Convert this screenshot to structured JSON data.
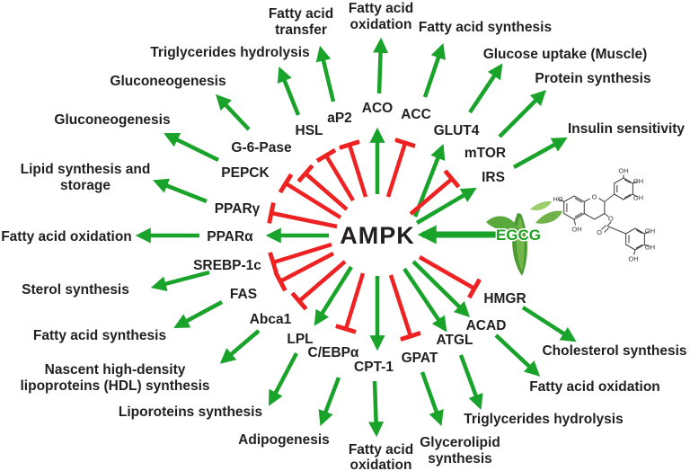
{
  "colors": {
    "activation_green": "#1aa32a",
    "inhibition_red": "#ee2222",
    "text_black": "#231f20",
    "egcg_green": "#21a121"
  },
  "center": {
    "label": "AMPK"
  },
  "egcg": {
    "label": "EGCG"
  },
  "proteins": {
    "hsl": "HSL",
    "ap2": "aP2",
    "aco": "ACO",
    "acc": "ACC",
    "glut4": "GLUT4",
    "mtor": "mTOR",
    "irs": "IRS",
    "g6pase": "G-6-Pase",
    "pepck": "PEPCK",
    "pparg": "PPARγ",
    "ppara": "PPARα",
    "srebp1c": "SREBP-1c",
    "fas": "FAS",
    "abca1": "Abca1",
    "lpl": "LPL",
    "cebpa": "C/EBPα",
    "cpt1": "CPT-1",
    "gpat": "GPAT",
    "atgl": "ATGL",
    "acad": "ACAD",
    "hmgr": "HMGR"
  },
  "effects": {
    "tg_hydrolysis_top": {
      "lines": [
        "Triglycerides hydrolysis"
      ]
    },
    "fa_transfer": {
      "lines": [
        "Fatty acid",
        "transfer"
      ]
    },
    "fa_oxidation_top": {
      "lines": [
        "Fatty acid",
        "oxidation"
      ]
    },
    "fa_synthesis_top": {
      "lines": [
        "Fatty acid synthesis"
      ]
    },
    "glucose_uptake": {
      "lines": [
        "Glucose uptake (Muscle)"
      ]
    },
    "protein_synthesis": {
      "lines": [
        "Protein synthesis"
      ]
    },
    "insulin_sensitivity": {
      "lines": [
        "Insulin sensitivity"
      ]
    },
    "gluconeogenesis_1": {
      "lines": [
        "Gluconeogenesis"
      ]
    },
    "gluconeogenesis_2": {
      "lines": [
        "Gluconeogenesis"
      ]
    },
    "lipid_synthesis_storage": {
      "lines": [
        "Lipid synthesis and",
        "storage"
      ]
    },
    "fa_oxidation_left": {
      "lines": [
        "Fatty acid oxidation"
      ]
    },
    "sterol_synthesis": {
      "lines": [
        "Sterol synthesis"
      ]
    },
    "fa_synthesis_left": {
      "lines": [
        "Fatty acid synthesis"
      ]
    },
    "nascent_hdl": {
      "lines": [
        "Nascent high-density",
        "lipoproteins (HDL) synthesis"
      ]
    },
    "liporoteins_synthesis": {
      "lines": [
        "Liporoteins synthesis"
      ]
    },
    "adipogenesis": {
      "lines": [
        "Adipogenesis"
      ]
    },
    "fa_oxidation_bottom": {
      "lines": [
        "Fatty acid",
        "oxidation"
      ]
    },
    "glycerolipid_synthesis": {
      "lines": [
        "Glycerolipid",
        "synthesis"
      ]
    },
    "tg_hydrolysis_bottom": {
      "lines": [
        "Triglycerides hydrolysis"
      ]
    },
    "fa_oxidation_right": {
      "lines": [
        "Fatty acid oxidation"
      ]
    },
    "cholesterol_synthesis": {
      "lines": [
        "Cholesterol synthesis"
      ]
    }
  },
  "molecule": {
    "labels": [
      "HO",
      "O",
      "OH",
      "OH",
      "OH",
      "OH",
      "O",
      "O",
      "OH",
      "OH",
      "OH"
    ]
  },
  "edges": {
    "egcg_to_ampk": "activation",
    "ampk_activates": [
      "ACO",
      "GLUT4",
      "IRS",
      "PPARα",
      "LPL",
      "CPT-1",
      "ATGL",
      "ACAD"
    ],
    "ampk_inhibits": [
      "HSL",
      "aP2",
      "ACC",
      "mTOR",
      "G-6-Pase",
      "PEPCK",
      "PPARγ",
      "SREBP-1c",
      "FAS",
      "Abca1",
      "C/EBPα",
      "GPAT",
      "HMGR"
    ],
    "protein_to_effect": [
      [
        "HSL",
        "Triglycerides hydrolysis"
      ],
      [
        "aP2",
        "Fatty acid transfer"
      ],
      [
        "ACO",
        "Fatty acid oxidation"
      ],
      [
        "ACC",
        "Fatty acid synthesis"
      ],
      [
        "GLUT4",
        "Glucose uptake (Muscle)"
      ],
      [
        "mTOR",
        "Protein synthesis"
      ],
      [
        "IRS",
        "Insulin sensitivity"
      ],
      [
        "G-6-Pase",
        "Gluconeogenesis"
      ],
      [
        "PEPCK",
        "Gluconeogenesis"
      ],
      [
        "PPARγ",
        "Lipid synthesis and storage"
      ],
      [
        "PPARα",
        "Fatty acid oxidation"
      ],
      [
        "SREBP-1c",
        "Sterol synthesis"
      ],
      [
        "FAS",
        "Fatty acid synthesis"
      ],
      [
        "Abca1",
        "Nascent high-density lipoproteins (HDL) synthesis"
      ],
      [
        "LPL",
        "Liporoteins synthesis"
      ],
      [
        "C/EBPα",
        "Adipogenesis"
      ],
      [
        "CPT-1",
        "Fatty acid oxidation"
      ],
      [
        "GPAT",
        "Glycerolipid synthesis"
      ],
      [
        "ATGL",
        "Triglycerides hydrolysis"
      ],
      [
        "ACAD",
        "Fatty acid oxidation"
      ],
      [
        "HMGR",
        "Cholesterol synthesis"
      ]
    ]
  }
}
